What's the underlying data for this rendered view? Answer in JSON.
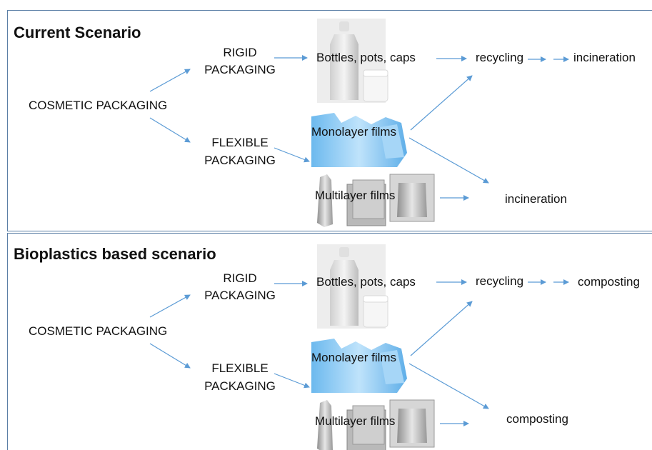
{
  "colors": {
    "arrow": "#5b9bd5",
    "border": "#5b7fa6"
  },
  "current": {
    "title": "Current Scenario",
    "root": "COSMETIC PACKAGING",
    "rigid_l1": "RIGID",
    "rigid_l2": "PACKAGING",
    "flex_l1": "FLEXIBLE",
    "flex_l2": "PACKAGING",
    "bottles": "Bottles, pots, caps",
    "mono": "Monolayer films",
    "multi": "Multilayer films",
    "recycling": "recycling",
    "end_top": "incineration",
    "end_bottom": "incineration"
  },
  "bio": {
    "title": "Bioplastics based scenario",
    "root": "COSMETIC PACKAGING",
    "rigid_l1": "RIGID",
    "rigid_l2": "PACKAGING",
    "flex_l1": "FLEXIBLE",
    "flex_l2": "PACKAGING",
    "bottles": "Bottles, pots, caps",
    "mono": "Monolayer films",
    "multi": "Multilayer films",
    "recycling": "recycling",
    "end_top": "composting",
    "end_bottom": "composting"
  }
}
